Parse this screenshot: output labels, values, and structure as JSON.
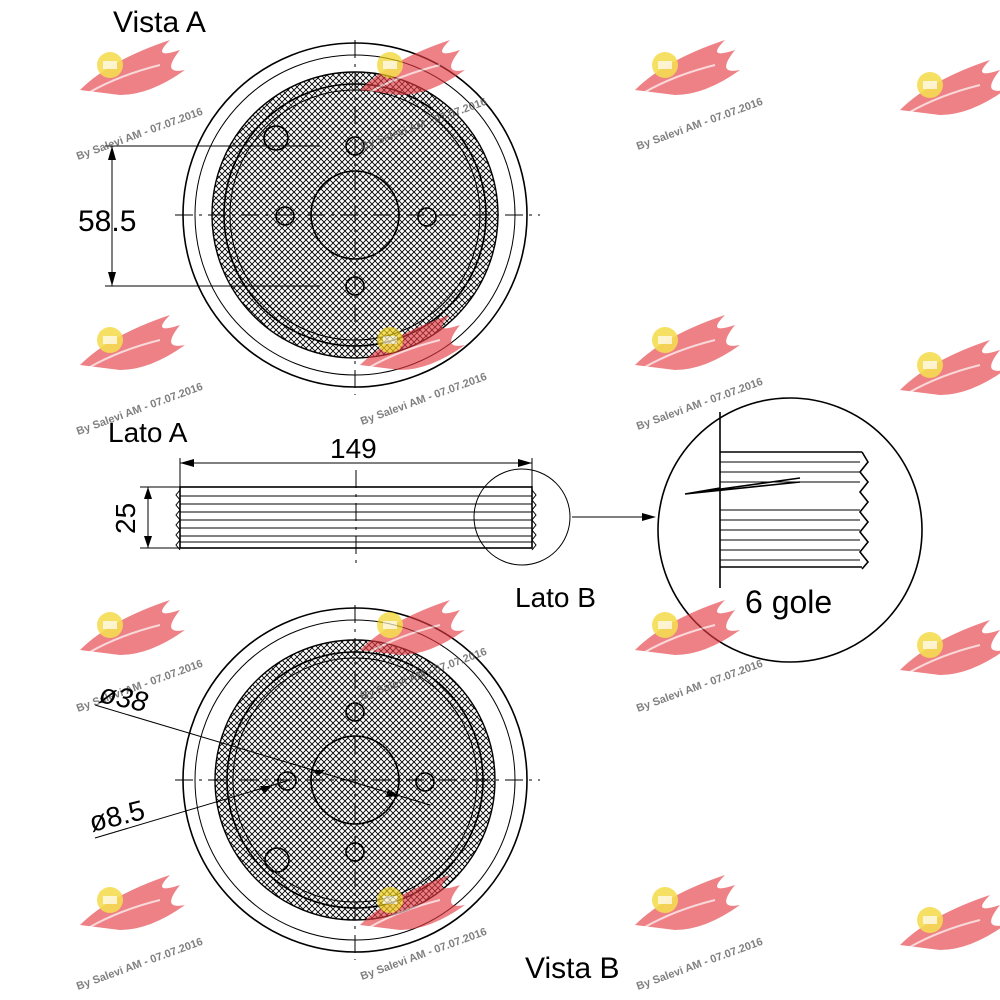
{
  "labels": {
    "view_a": "Vista A",
    "view_b": "Vista B",
    "side_a": "Lato A",
    "side_b": "Lato B",
    "grooves": "6 gole"
  },
  "dimensions": {
    "bolt_spacing": "58.5",
    "width": "149",
    "thickness": "25",
    "center_bore": "ø38",
    "bolt_hole": "ø8.5"
  },
  "watermark": {
    "text": "By Salevi AM - 07.07.2016",
    "logo_icon": "winged-logo-icon",
    "colors": {
      "wing": "#e23a3f",
      "badge": "#f2d21a"
    }
  }
}
